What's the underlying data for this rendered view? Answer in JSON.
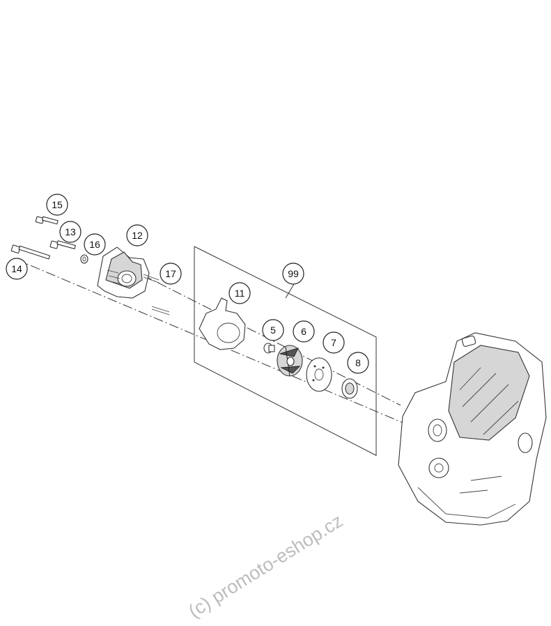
{
  "callouts": {
    "c15": "15",
    "c13": "13",
    "c16": "16",
    "c12": "12",
    "c14": "14",
    "c17": "17",
    "c99": "99",
    "c11": "11",
    "c5": "5",
    "c6": "6",
    "c7": "7",
    "c8": "8"
  },
  "watermark": "(c) promoto-eshop.cz"
}
